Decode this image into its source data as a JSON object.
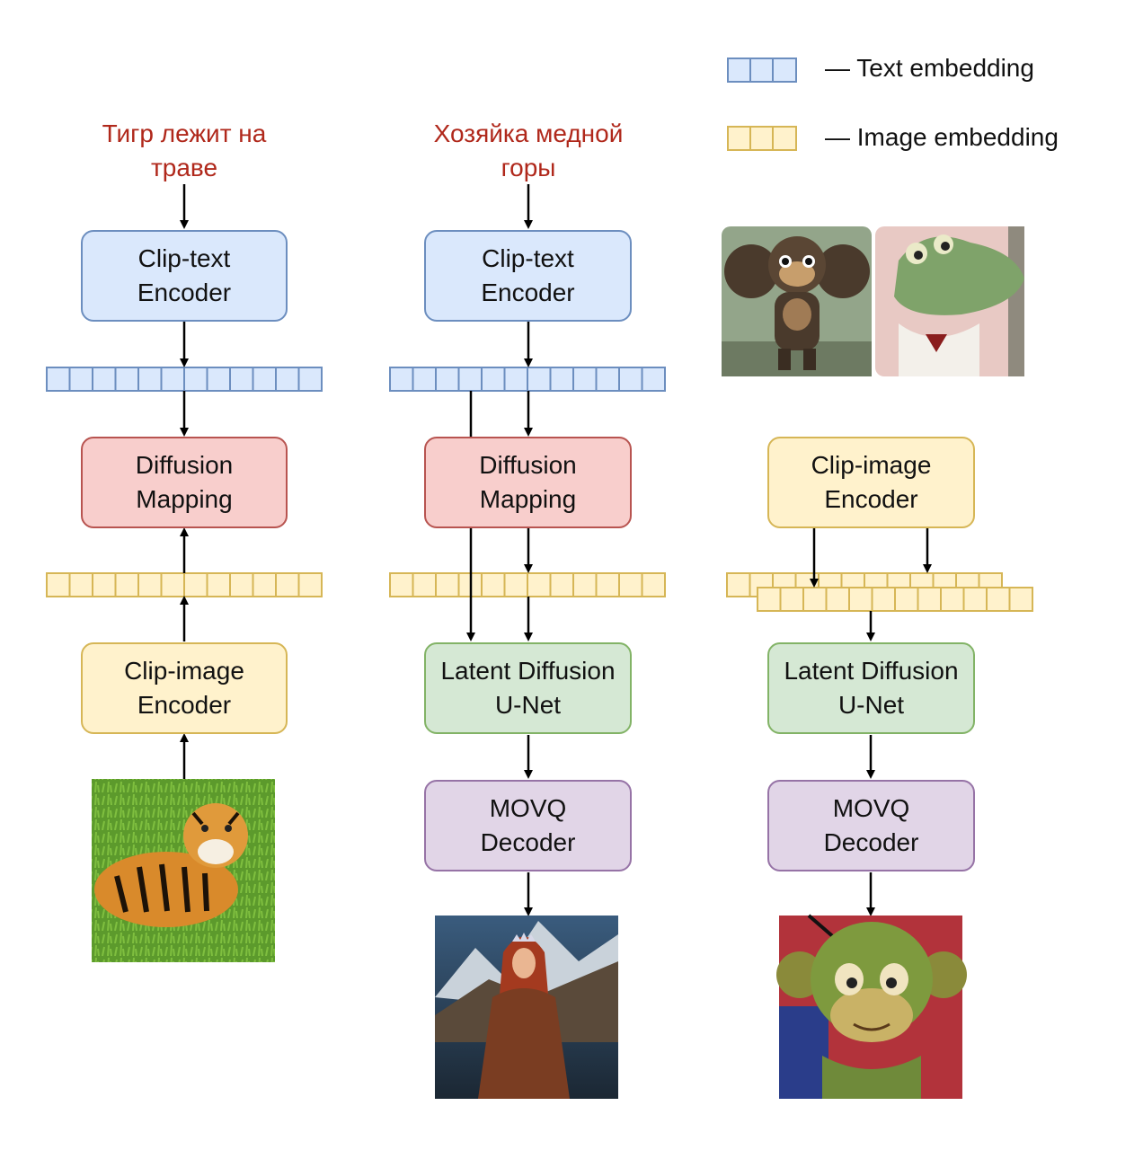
{
  "legend": {
    "text_embedding": "— Text embedding",
    "image_embedding": "— Image embedding"
  },
  "colors": {
    "text_embedding_fill": "#dae8fc",
    "text_embedding_stroke": "#6c8ebf",
    "image_embedding_fill": "#fff2cc",
    "image_embedding_stroke": "#d6b656",
    "prompt_text": "#b0281b"
  },
  "columns": [
    {
      "prompt": [
        "Тигр лежит на",
        "траве"
      ],
      "nodes": {
        "clip_text": [
          "Clip-text",
          "Encoder"
        ],
        "diffusion": [
          "Diffusion",
          "Mapping"
        ],
        "clip_image": [
          "Clip-image",
          "Encoder"
        ]
      },
      "image": "tiger-photo"
    },
    {
      "prompt": [
        "Хозяйка медной",
        "горы"
      ],
      "nodes": {
        "clip_text": [
          "Clip-text",
          "Encoder"
        ],
        "diffusion": [
          "Diffusion",
          "Mapping"
        ],
        "unet": [
          "Latent Diffusion",
          "U-Net"
        ],
        "movq": [
          "MOVQ",
          "Decoder"
        ]
      },
      "image": "mountain-queen-render"
    },
    {
      "nodes": {
        "clip_image": [
          "Clip-image",
          "Encoder"
        ],
        "unet": [
          "Latent Diffusion",
          "U-Net"
        ],
        "movq": [
          "MOVQ",
          "Decoder"
        ]
      },
      "input_images": [
        "cheburashka-photo",
        "gena-crocodile-photo"
      ],
      "image": "blended-character-render"
    }
  ]
}
